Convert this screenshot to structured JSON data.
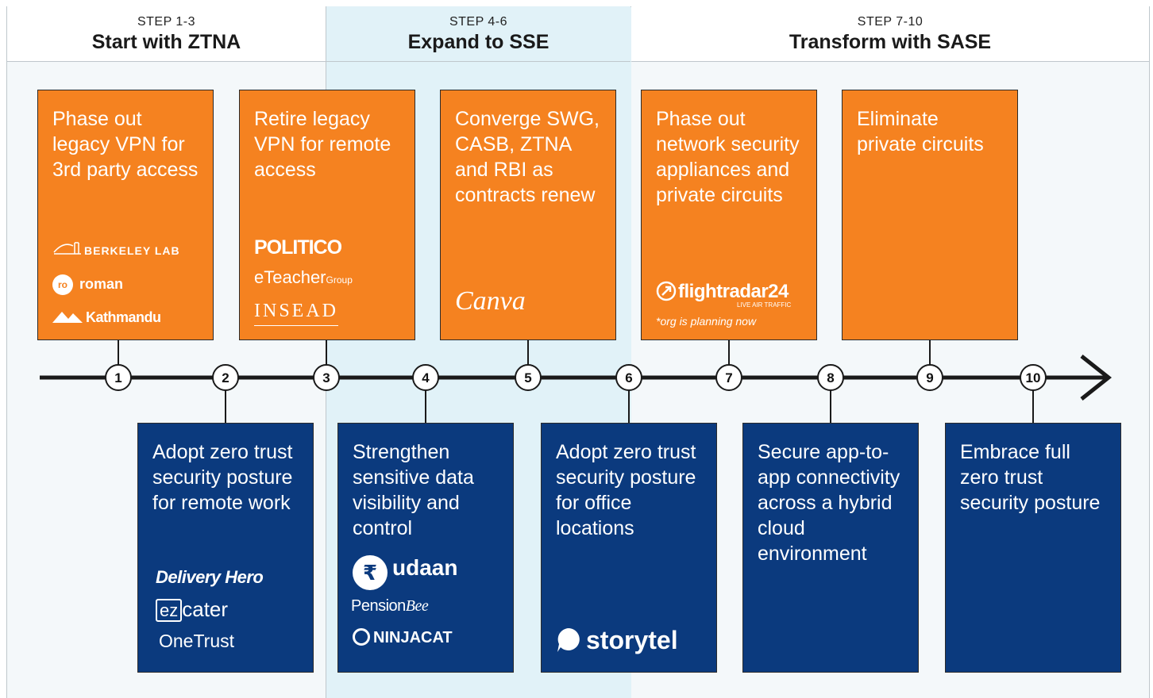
{
  "phases": [
    {
      "step": "STEP 1-3",
      "title": "Start with ZTNA"
    },
    {
      "step": "STEP 4-6",
      "title": "Expand to SSE"
    },
    {
      "step": "STEP 7-10",
      "title": "Transform with SASE"
    }
  ],
  "steps": [
    "1",
    "2",
    "3",
    "4",
    "5",
    "6",
    "7",
    "8",
    "9",
    "10"
  ],
  "top_cards": [
    {
      "text": "Phase out legacy VPN for 3rd party access",
      "logos": [
        "BERKELEY LAB",
        "roman",
        "Kathmandu"
      ]
    },
    {
      "text": "Retire legacy VPN for remote access",
      "logos": [
        "POLITICO",
        "eTeacher",
        "Group",
        "INSEAD"
      ]
    },
    {
      "text": "Converge SWG, CASB, ZTNA and RBI as contracts renew",
      "logos": [
        "Canva"
      ]
    },
    {
      "text": "Phase out network security appliances and private circuits",
      "logos": [
        "flightradar24",
        "LIVE AIR TRAFFIC"
      ],
      "note": "*org is planning now"
    },
    {
      "text": "Eliminate private circuits",
      "logos": []
    }
  ],
  "bottom_cards": [
    {
      "text": "Adopt zero trust security posture for remote work",
      "logos": [
        "Delivery Hero",
        "ez",
        "cater",
        "OneTrust"
      ]
    },
    {
      "text": "Strengthen sensitive data visibility and control",
      "logos": [
        "udaan",
        "Pension",
        "Bee",
        "NINJACAT"
      ]
    },
    {
      "text": "Adopt zero trust security posture for office locations",
      "logos": [
        "storytel"
      ]
    },
    {
      "text": "Secure app-to-app connectivity across a hybrid cloud environment",
      "logos": []
    },
    {
      "text": "Embrace full zero trust security posture",
      "logos": []
    }
  ],
  "colors": {
    "orange": "#f58220",
    "navy": "#0b3a7e",
    "mid_column": "#e1f2f8",
    "line": "#1a1a1a"
  },
  "icons": [
    "arrow-right-icon",
    "berkeley-lab-logo-icon",
    "roman-logo-icon",
    "kathmandu-logo-icon",
    "politico-logo-icon",
    "eteacher-logo-icon",
    "insead-logo-icon",
    "canva-logo-icon",
    "flightradar24-logo-icon",
    "delivery-hero-logo-icon",
    "ezcater-logo-icon",
    "onetrust-logo-icon",
    "udaan-logo-icon",
    "pensionbee-logo-icon",
    "ninjacat-logo-icon",
    "storytel-logo-icon"
  ]
}
